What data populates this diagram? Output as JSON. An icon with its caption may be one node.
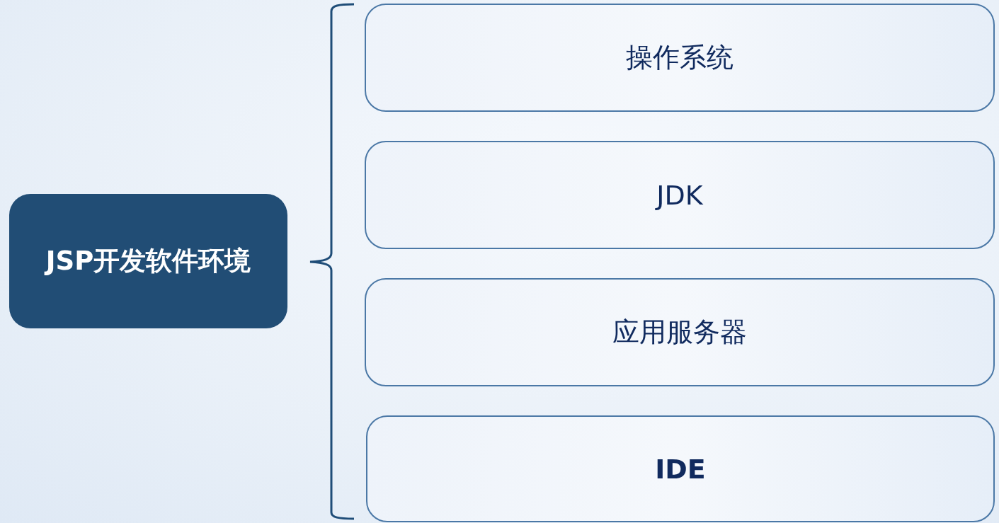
{
  "diagram": {
    "nodes": [
      {
        "text": [
          "JSP开发软件环境"
        ]
      },
      {
        "text": [
          "操作系统"
        ]
      },
      {
        "text": [
          "JDK"
        ]
      },
      {
        "text": [
          "应用服务器"
        ]
      },
      {
        "text": [
          "IDE"
        ]
      }
    ]
  }
}
